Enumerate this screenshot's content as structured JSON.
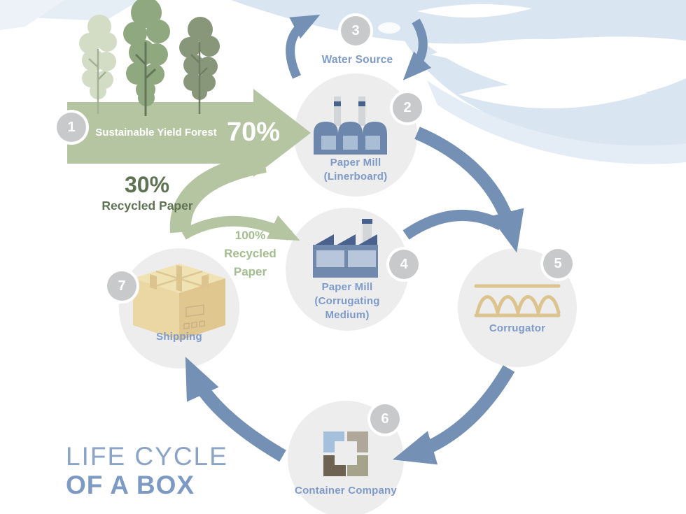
{
  "infographic": {
    "title_line1": "LIFE CYCLE",
    "title_line2": "OF A BOX"
  },
  "nodes": {
    "forest": {
      "num": "1",
      "label": "Sustainable Yield Forest",
      "value": "70%"
    },
    "paper_mill_linerboard": {
      "num": "2",
      "line1": "Paper Mill",
      "line2": "(Linerboard)"
    },
    "water_source": {
      "num": "3",
      "label": "Water Source"
    },
    "paper_mill_corrugating": {
      "num": "4",
      "line1": "Paper Mill",
      "line2": "(Corrugating",
      "line3": "Medium)"
    },
    "corrugator": {
      "num": "5",
      "label": "Corrugator"
    },
    "container_company": {
      "num": "6",
      "label": "Container Company"
    },
    "shipping": {
      "num": "7",
      "label": "Shipping"
    }
  },
  "flows": {
    "recycled_30": {
      "value": "30%",
      "label": "Recycled Paper"
    },
    "recycled_100": {
      "line1": "100%",
      "line2": "Recycled",
      "line3": "Paper"
    }
  },
  "icons": {
    "forest": "trees-icon",
    "paper_mill_linerboard": "factory-icon",
    "paper_mill_corrugating": "sawtooth-factory-icon",
    "water_source": "cycle-arrows-icon",
    "corrugator": "corrugated-board-icon",
    "container_company": "box-logo-icon",
    "shipping": "cardboard-box-icon"
  },
  "colors": {
    "arrow_green": "#b5c4a1",
    "text_green_dark": "#5f7253",
    "text_green_light": "#a4bd8e",
    "arrow_blue": "#7590b5",
    "label_blue": "#7d9ac9",
    "title_blue": "#849ec3",
    "badge_bg": "#c8c9ca",
    "node_circle_bg": "#ededee",
    "corrugator_tan": "#dcc48e",
    "box_tan": "#ecd8a5",
    "bg_shape_blue": "#d9e5f0"
  }
}
